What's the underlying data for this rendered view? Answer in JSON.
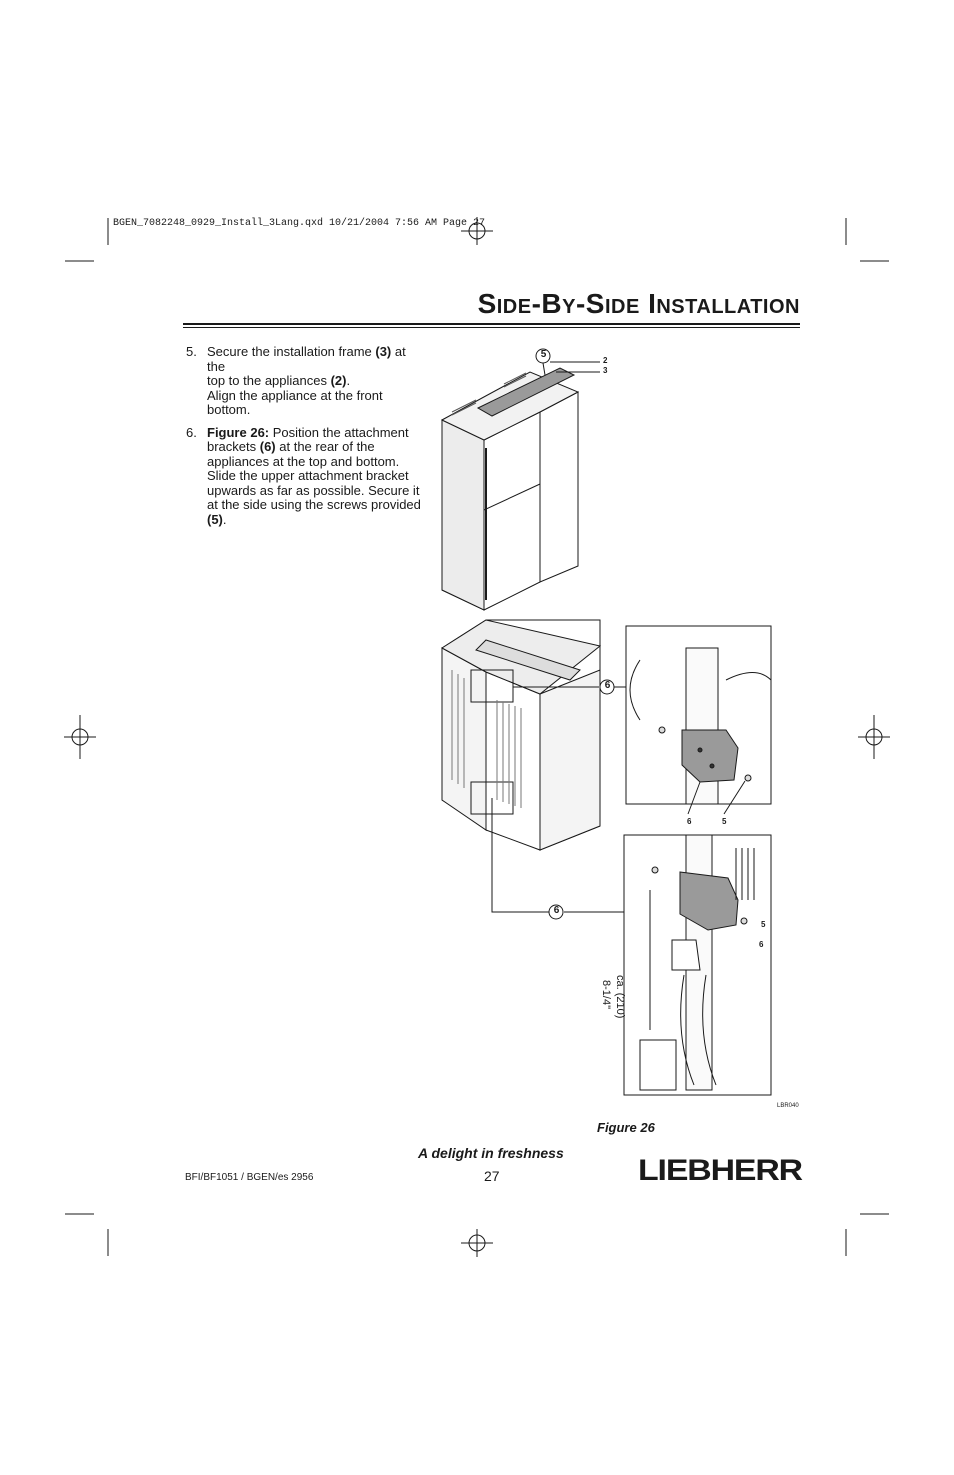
{
  "slug_line": "BGEN_7082248_0929_Install_3Lang.qxd  10/21/2004  7:56 AM  Page 27",
  "title": "Side-By-Side Installation",
  "steps": [
    {
      "num": "5.",
      "lines": [
        {
          "a": "Secure the installation frame ",
          "b": "(3)",
          "c": " at"
        },
        {
          "a": "the",
          "b": "",
          "c": ""
        },
        {
          "a": "top to the appliances ",
          "b": "(2)",
          "c": "."
        },
        {
          "a": "Align the appliance at the front",
          "b": "",
          "c": ""
        },
        {
          "a": "bottom.",
          "b": "",
          "c": ""
        }
      ]
    },
    {
      "num": "6.",
      "lines": [
        {
          "a": "",
          "b": "Figure 26:",
          "c": " Position the attachment"
        },
        {
          "a": "brackets ",
          "b": "(6)",
          "c": " at the rear of the"
        },
        {
          "a": "appliances at the top and bottom.",
          "b": "",
          "c": ""
        },
        {
          "a": "Slide the upper attachment bracket",
          "b": "",
          "c": ""
        },
        {
          "a": "upwards as far as possible. Secure it",
          "b": "",
          "c": ""
        },
        {
          "a": "at the side using the screws provided",
          "b": "",
          "c": ""
        },
        {
          "a": "",
          "b": "(5)",
          "c": "."
        }
      ]
    }
  ],
  "figure": {
    "callout_5": "5",
    "label_2": "2",
    "label_3": "3",
    "callout_6_top": "6",
    "callout_6_bottom": "6",
    "detail1_label_6": "6",
    "detail1_label_5": "5",
    "detail2_label_5": "5",
    "detail2_label_6": "6",
    "dimension_1": "8-1/4\"",
    "dimension_2": "ca. (210)",
    "code": "LBR040",
    "caption": "Figure 26"
  },
  "footer": {
    "tagline": "A delight in freshness",
    "page_number": "27",
    "doc_ref": "BFI/BF1051 / BGEN/es 2956",
    "brand": "LIEBHERR"
  }
}
